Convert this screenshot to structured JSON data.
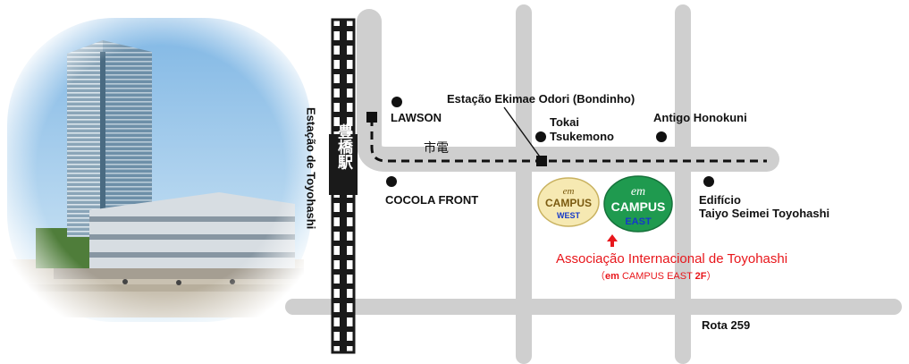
{
  "map": {
    "station_vertical": "Estação de Toyohashi",
    "station_kanji": "豊橋駅",
    "tram_label": "市電",
    "tram_stop": "Estação Ekimae Odori (Bondinho)",
    "landmarks": {
      "lawson": "LAWSON",
      "tokai_line1": "Tokai",
      "tokai_line2": "Tsukemono",
      "honokuni": "Antigo Honokuni",
      "cocola": "COCOLA FRONT",
      "taiyo_line1": "Edifício",
      "taiyo_line2": "Taiyo Seimei Toyohashi"
    },
    "campus_west": {
      "em": "em",
      "campus": "CAMPUS",
      "sub": "WEST"
    },
    "campus_east": {
      "em": "em",
      "campus": "CAMPUS",
      "sub": "EAST"
    },
    "association": {
      "name": "Associação Internacional de Toyohashi",
      "open": "（",
      "em": "em",
      "mid": " CAMPUS EAST ",
      "floor": "2F",
      "close": "）"
    },
    "route": "Rota 259"
  },
  "colors": {
    "road": "#cfcfcf",
    "rail": "#1a1a1a",
    "campus_east_fill": "#1f9a4f",
    "campus_east_sub": "#1538c9",
    "campus_west_fill": "#f6e9b2",
    "campus_west_sub": "#1538c9",
    "association_text": "#e8161b"
  }
}
